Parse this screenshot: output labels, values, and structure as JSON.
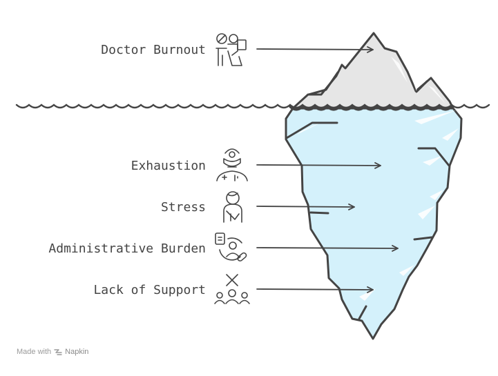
{
  "diagram": {
    "top_item": {
      "label": "Doctor Burnout",
      "icon": "doctor-at-desk-icon"
    },
    "items": [
      {
        "label": "Exhaustion",
        "icon": "tired-doctor-icon"
      },
      {
        "label": "Stress",
        "icon": "stressed-person-icon"
      },
      {
        "label": "Administrative Burden",
        "icon": "paperwork-pills-icon"
      },
      {
        "label": "Lack of Support",
        "icon": "isolated-group-icon"
      }
    ],
    "colors": {
      "ink": "#444444",
      "ice_above": "#e6e6e6",
      "ice_below": "#d4f1fb",
      "water_line": "#444444"
    }
  },
  "footer": {
    "prefix": "Made with",
    "brand": "Napkin"
  }
}
